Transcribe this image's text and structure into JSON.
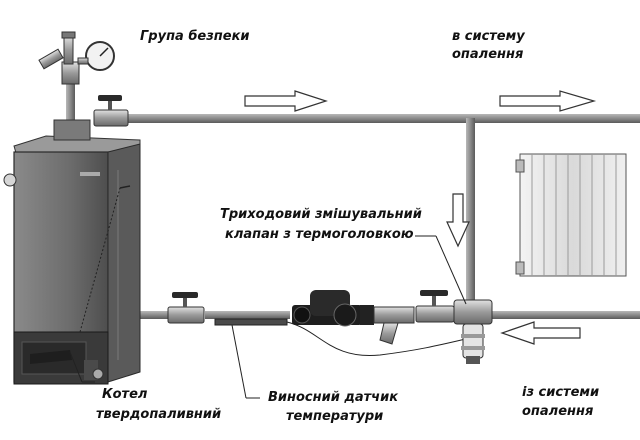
{
  "labels": {
    "safety_group": "Група безпеки",
    "to_heating_line1": "в систему",
    "to_heating_line2": "опалення",
    "valve_line1": "Триходовий змішувальний",
    "valve_line2": "клапан з термоголовкою",
    "remote_sensor_line1": "Виносний датчик",
    "remote_sensor_line2": "температури",
    "boiler_line1": "Котел",
    "boiler_line2": "твердопаливний",
    "from_heating_line1": "із системи",
    "from_heating_line2": "опалення"
  },
  "colors": {
    "pipe": "#8a8a8a",
    "boiler_body": "#6b6b6b",
    "boiler_dark": "#3a3a3a",
    "radiator": "#e6e6e6",
    "text": "#111111"
  },
  "icons": {
    "boiler": "solid-fuel-boiler-icon",
    "pump": "circulation-pump-icon",
    "filter": "y-strainer-icon",
    "ball_valve": "ball-valve-icon",
    "mixing_valve": "three-way-mixing-valve-icon",
    "gauge": "pressure-gauge-icon",
    "radiator": "radiator-icon",
    "sensor": "temperature-sensor-icon"
  }
}
